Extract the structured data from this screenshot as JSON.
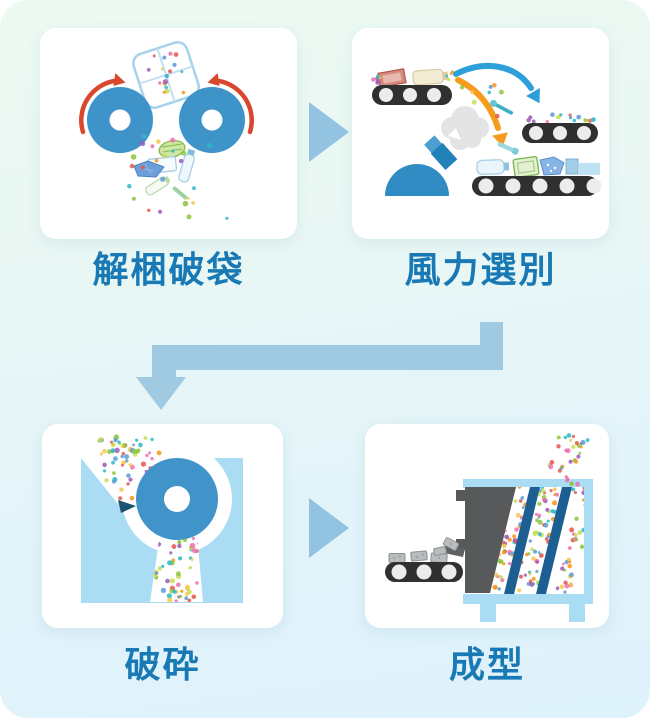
{
  "diagram": {
    "name": "recycling-process-flow",
    "step_count": 4
  },
  "steps": [
    {
      "id": "unpacking",
      "label": "解梱破袋",
      "illustration": "bale-breaker-rollers-tearing-bag"
    },
    {
      "id": "wind-sorting",
      "label": "風力選別",
      "illustration": "air-blower-sorting-conveyors"
    },
    {
      "id": "crushing",
      "label": "破砕",
      "illustration": "crusher-drum-with-funnel"
    },
    {
      "id": "molding",
      "label": "成型",
      "illustration": "molding-extruder-machine"
    }
  ],
  "flow_arrows": [
    {
      "type": "triangle-right",
      "from": "解梱破袋",
      "to": "風力選別"
    },
    {
      "type": "elbow-down-left",
      "from": "風力選別",
      "to": "破砕"
    },
    {
      "type": "triangle-right",
      "from": "破砕",
      "to": "成型"
    }
  ],
  "colors": {
    "label_text": "#1879b4",
    "connector_arrow": "#a0c9e2",
    "triangle_arrow": "#92c3e0",
    "panel_gradient_top": "#edfaf2",
    "panel_gradient_bottom": "#def2fc",
    "card_background": "#ffffff",
    "machine_blue": "#3e93c9",
    "housing_light_blue": "#aadcf4",
    "rotation_arrow_red": "#d9472c",
    "wind_arrow_blue": "#2d9fd9",
    "wind_arrow_orange": "#f59b1e",
    "belt_dark": "#303030",
    "roller_white": "#ececec",
    "hopper_gray": "#58595b",
    "channel_bar_navy": "#1d5e93",
    "pointer_navy": "#1d5273",
    "cloud_gray": "#e4e4e4",
    "confetti_palette": [
      "#ef6fae",
      "#f7941d",
      "#8cc63f",
      "#9b59b6",
      "#2bb6c9",
      "#5b9bd5",
      "#c7dd52",
      "#e2574c",
      "#f2c94c"
    ]
  }
}
